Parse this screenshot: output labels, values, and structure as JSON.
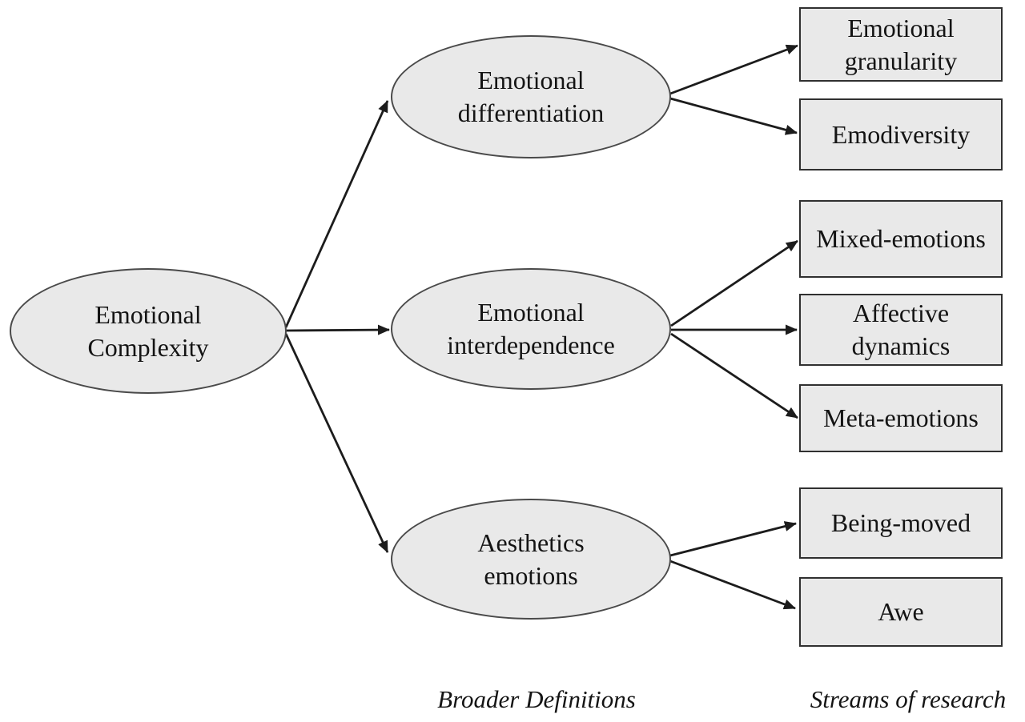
{
  "diagram": {
    "title_context": "Emotional complexity concept map",
    "root": {
      "id": "emotional-complexity",
      "label": [
        "Emotional",
        "Complexity"
      ]
    },
    "definitions": [
      {
        "id": "emotional-differentiation",
        "label": [
          "Emotional",
          "differentiation"
        ]
      },
      {
        "id": "emotional-interdependence",
        "label": [
          "Emotional",
          "interdependence"
        ]
      },
      {
        "id": "aesthetics-emotions",
        "label": [
          "Aesthetics",
          "emotions"
        ]
      }
    ],
    "streams": [
      {
        "id": "emotional-granularity",
        "label": [
          "Emotional",
          "granularity"
        ]
      },
      {
        "id": "emodiversity",
        "label": "Emodiversity"
      },
      {
        "id": "mixed-emotions",
        "label": "Mixed-emotions"
      },
      {
        "id": "affective-dynamics",
        "label": [
          "Affective",
          "dynamics"
        ]
      },
      {
        "id": "meta-emotions",
        "label": "Meta-emotions"
      },
      {
        "id": "being-moved",
        "label": "Being-moved"
      },
      {
        "id": "awe",
        "label": "Awe"
      }
    ],
    "edges": [
      {
        "from": "emotional-complexity",
        "to": "emotional-differentiation"
      },
      {
        "from": "emotional-complexity",
        "to": "emotional-interdependence"
      },
      {
        "from": "emotional-complexity",
        "to": "aesthetics-emotions"
      },
      {
        "from": "emotional-differentiation",
        "to": "emotional-granularity"
      },
      {
        "from": "emotional-differentiation",
        "to": "emodiversity"
      },
      {
        "from": "emotional-interdependence",
        "to": "mixed-emotions"
      },
      {
        "from": "emotional-interdependence",
        "to": "affective-dynamics"
      },
      {
        "from": "emotional-interdependence",
        "to": "meta-emotions"
      },
      {
        "from": "aesthetics-emotions",
        "to": "being-moved"
      },
      {
        "from": "aesthetics-emotions",
        "to": "awe"
      }
    ],
    "captions": {
      "definitions_column": "Broader Definitions",
      "streams_column": "Streams of research"
    },
    "colors": {
      "background": "#ffffff",
      "node_fill": "#e9e9e9",
      "ellipse_border": "#4a4a4a",
      "rect_border": "#303030",
      "arrow": "#1c1c1c",
      "text": "#141414"
    }
  }
}
